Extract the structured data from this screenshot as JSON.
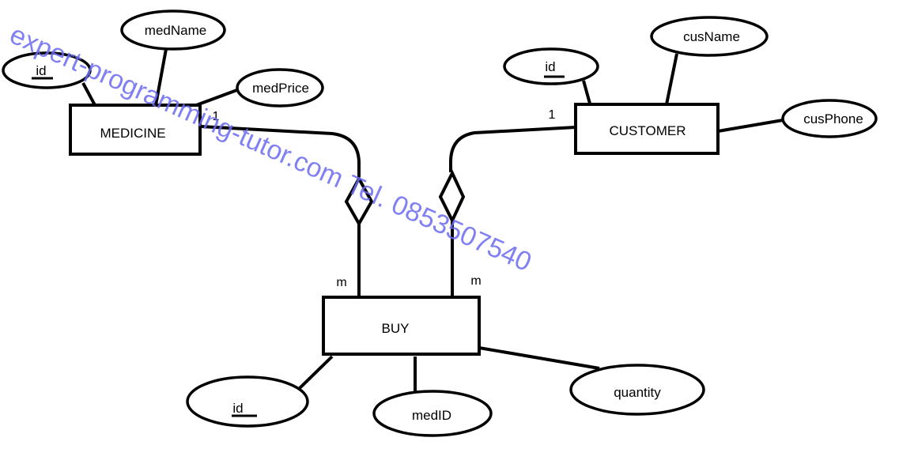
{
  "entities": {
    "medicine": "MEDICINE",
    "customer": "CUSTOMER",
    "buy": "BUY"
  },
  "attributes": {
    "medicine": {
      "id": "id",
      "name": "medName",
      "price": "medPrice"
    },
    "customer": {
      "id": "id",
      "name": "cusName",
      "phone": "cusPhone"
    },
    "buy": {
      "id": "id",
      "med_id": "medID",
      "quantity": "quantity"
    }
  },
  "cardinalities": {
    "medicine_one": "1",
    "customer_one": "1",
    "buy_medicine_many": "m",
    "buy_customer_many": "m"
  },
  "watermark": "expert-programming-tutor.com Tel. 0853507540",
  "colors": {
    "line": "#000000",
    "watermark": "#6b6bf0",
    "background": "#ffffff"
  }
}
